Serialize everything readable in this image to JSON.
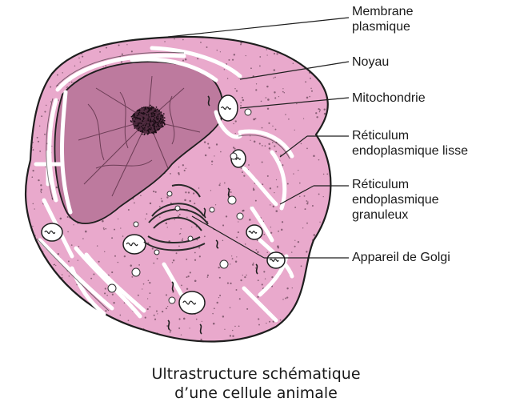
{
  "colors": {
    "cytoplasm": "#e9a9cc",
    "nucleus": "#bd7a9e",
    "outline": "#1e1e1e",
    "membranes": "#ffffff",
    "label_text": "#1a1a1a"
  },
  "labels": [
    {
      "id": "membrane",
      "lines": [
        "Membrane",
        "plasmique"
      ]
    },
    {
      "id": "noyau",
      "lines": [
        "Noyau"
      ]
    },
    {
      "id": "mitochondrie",
      "lines": [
        "Mitochondrie"
      ]
    },
    {
      "id": "rel",
      "lines": [
        "Réticulum",
        "endoplasmique lisse"
      ]
    },
    {
      "id": "reg",
      "lines": [
        "Réticulum",
        "endoplasmique",
        "granuleux"
      ]
    },
    {
      "id": "golgi",
      "lines": [
        "Appareil de Golgi"
      ]
    }
  ],
  "caption": {
    "line1": "Ultrastructure schématique",
    "line2": "d’une cellule animale"
  },
  "icons": [
    "cell-drawing",
    "nucleus",
    "nucleolus",
    "mitochondrion",
    "golgi-apparatus",
    "endoplasmic-reticulum"
  ]
}
